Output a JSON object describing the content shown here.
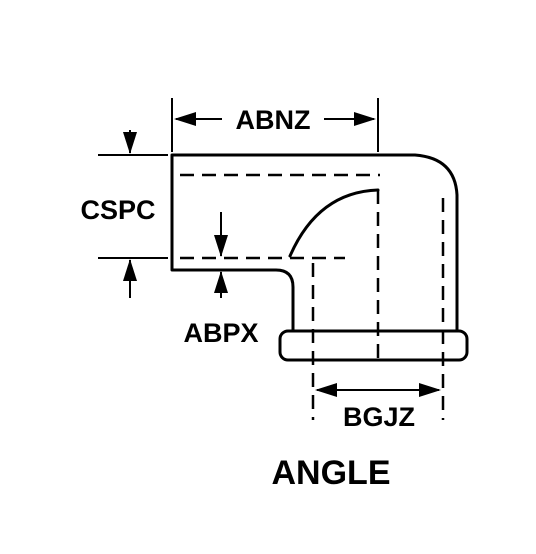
{
  "dimensions": {
    "abnz": "ABNZ",
    "cspc": "CSPC",
    "abpx": "ABPX",
    "bgjz": "BGJZ"
  },
  "caption": "ANGLE"
}
